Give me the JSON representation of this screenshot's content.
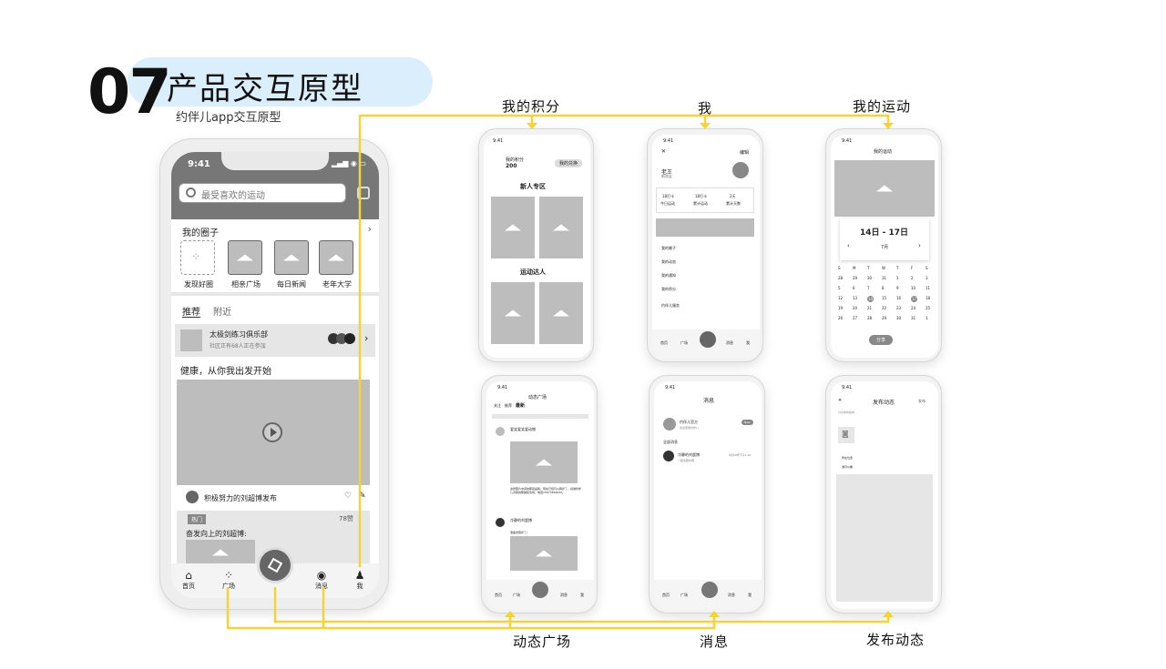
{
  "header": {
    "number": "07",
    "title": "产品交互原型",
    "subtitle": "约伴儿app交互原型"
  },
  "labels": {
    "points": "我的积分",
    "me": "我",
    "sport": "我的运动",
    "square": "动态广场",
    "message": "消息",
    "publish": "发布动态"
  },
  "colors": {
    "accent_line": "#f2d33c",
    "pill": "#dbeefc"
  },
  "home": {
    "time": "9:41",
    "search_placeholder": "最受喜欢的运动",
    "circles_title": "我的圈子",
    "circles": [
      "发现好圈",
      "相亲广场",
      "每日新闻",
      "老年大学"
    ],
    "tab_recommend": "推荐",
    "tab_nearby": "附近",
    "club_name": "太极剑练习俱乐部",
    "club_sub": "社区正有68人正在参加",
    "feed_heading": "健康，从你我出发开始",
    "post_author": "积极努力的刘超博发布",
    "hot_badge": "热门",
    "like_count": "78赞",
    "post2_title": "奋发向上的刘超博:",
    "nav": [
      "首页",
      "广场",
      "消息",
      "我"
    ]
  },
  "points_screen": {
    "time": "9:41",
    "points_label": "我的积分",
    "points_value": "200",
    "redeem_btn": "我的兑换",
    "section1": "新人专区",
    "section2": "运动达人"
  },
  "me_screen": {
    "time": "9:41",
    "right_link": "编辑",
    "name": "老王",
    "sub": "新朋友",
    "stats": [
      {
        "value": "18打卡",
        "label": "今日运动"
      },
      {
        "value": "18打卡",
        "label": "累计运动"
      },
      {
        "value": "2天",
        "label": "累计天数"
      }
    ],
    "menu": [
      "我的圈子",
      "我的动态",
      "我的通知",
      "我的积分",
      "约伴儿服务"
    ],
    "nav": [
      "首页",
      "广场",
      "消息",
      "我"
    ]
  },
  "sport_screen": {
    "time": "9:41",
    "title": "我的运动",
    "range": "14日 - 17日",
    "month": "7月",
    "weekdays": [
      "S",
      "M",
      "T",
      "W",
      "T",
      "F",
      "S"
    ],
    "rows": [
      [
        "28",
        "29",
        "30",
        "31",
        "1",
        "2",
        "3"
      ],
      [
        "5",
        "6",
        "7",
        "8",
        "9",
        "10",
        "11"
      ],
      [
        "12",
        "13",
        "14",
        "15",
        "16",
        "17",
        "18"
      ],
      [
        "19",
        "20",
        "21",
        "22",
        "23",
        "24",
        "25"
      ],
      [
        "26",
        "27",
        "28",
        "29",
        "30",
        "31",
        "1"
      ]
    ],
    "share_btn": "分享"
  },
  "square_screen": {
    "time": "9:41",
    "title": "动态广场",
    "tabs": [
      "关注",
      "推荐",
      "最新"
    ],
    "post1_author": "爱笑爱笑爱动物",
    "post1_text": "这张照片中间的那就是我，现在已经可以跑步了，感谢约伴儿对我的帮助和支持，电话15677899632。",
    "post2_author": "冷静的刘超博",
    "post2_text": "准备去跑步了！",
    "nav": [
      "首页",
      "广场",
      "消息",
      "我"
    ]
  },
  "message_screen": {
    "time": "9:41",
    "title": "消息",
    "official": "约伴儿官方",
    "official_sub": "欢迎使用约伴儿",
    "official_badge": "New",
    "all_label": "全部消息",
    "msg_author": "冷静的刘超博",
    "msg_text": "一起去跑步吧",
    "msg_time": "5月29号下午1:20",
    "nav": [
      "首页",
      "广场",
      "消息",
      "我"
    ]
  },
  "publish_screen": {
    "time": "9:41",
    "title": "发布动态",
    "publish_btn": "发布",
    "placeholder": "分享你的新鲜...",
    "option1": "所在位置",
    "option2": "谁可以看"
  }
}
